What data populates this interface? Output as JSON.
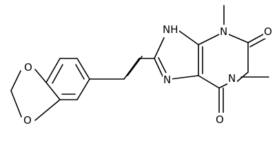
{
  "colors": {
    "background": "#ffffff",
    "ink": "#000000"
  },
  "molecule": {
    "atoms": {
      "nh": "NH",
      "n_top": "N",
      "n_right": "N",
      "n_imid": "N",
      "o_carbonyl_right": "O",
      "o_carbonyl_bottom": "O",
      "o_dioxole_top": "O",
      "o_dioxole_bottom": "O"
    }
  }
}
